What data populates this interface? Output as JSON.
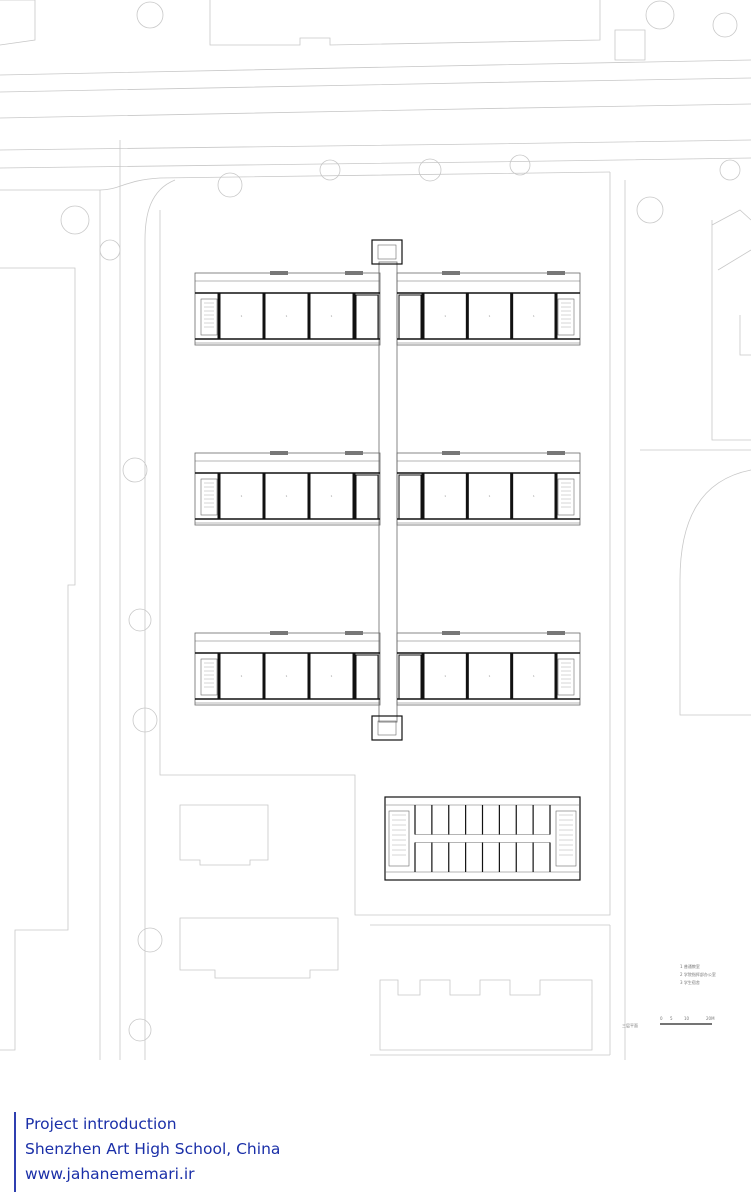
{
  "drawing": {
    "legend": [
      "1 普通教室",
      "2 学院指挥部办公室",
      "3 学生宿舍"
    ],
    "scale_ticks": [
      "0",
      "5",
      "10",
      "20M"
    ],
    "plan_title": "三层平面",
    "room_number": "1"
  },
  "caption": {
    "line1": "Project introduction",
    "line2": "Shenzhen Art High School, China",
    "line3": "www.jahanememari.ir"
  },
  "colors": {
    "caption": "#1a2fa8",
    "line": "#8a8a8a",
    "wall": "#111111"
  }
}
